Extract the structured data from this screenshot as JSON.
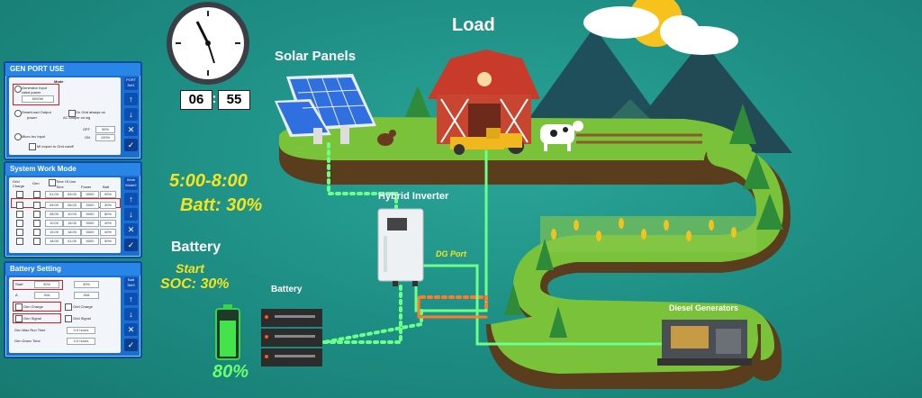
{
  "clock": {
    "hour": "06",
    "minute": "55",
    "separator": ":"
  },
  "labels": {
    "load": "Load",
    "solar_panels": "Solar Panels",
    "hybrid_inverter": "Hybrid Inverter",
    "dg_port": "DG Port",
    "battery": "Battery",
    "diesel_generators": "Diesel Generators"
  },
  "schedule": {
    "time_range": "5:00-8:00",
    "batt": "Batt: 30%"
  },
  "battery_start": {
    "title": "Battery",
    "line1": "Start",
    "line2": "SOC: 30%"
  },
  "battery_level": {
    "text": "80%",
    "fraction": 0.8
  },
  "panels": {
    "gen_port": {
      "title": "GEN PORT USE",
      "mode_label": "Mode",
      "opt_generator": "Generator Input",
      "opt_generator_sub": "rated power",
      "opt_generator_value": "8000W",
      "opt_smartload": "SmartLoad Output",
      "opt_smartload_sub": "power",
      "opt_ongrid": "On Grid always on",
      "opt_ac_couple": "AC couple on sig",
      "opt_micro": "Micro Inv Input",
      "off_label": "OFF",
      "off_value": "95%",
      "on_label": "ON",
      "on_value": "100%",
      "export_label": "MI export to Grid cutoff",
      "side_buttons": [
        "PORT Set1",
        "↑",
        "↓",
        "✕",
        "✓"
      ]
    },
    "work_mode": {
      "title": "System Work Mode",
      "headers": [
        "Grid Charge",
        "Gen",
        "Time Of Use",
        "Time",
        "Power",
        "Batt"
      ],
      "rows": [
        [
          "01:00",
          "05:00",
          "5000",
          "90%"
        ],
        [
          "05:00",
          "08:00",
          "5000",
          "30%"
        ],
        [
          "08:00",
          "10:00",
          "5000",
          "80%"
        ],
        [
          "10:00",
          "15:00",
          "5000",
          "40%"
        ],
        [
          "15:00",
          "18:00",
          "5000",
          "40%"
        ],
        [
          "18:00",
          "01:00",
          "5000",
          "50%"
        ]
      ],
      "side_buttons": [
        "Work Mode2",
        "↑",
        "↓",
        "✕",
        "✓"
      ]
    },
    "battery_setting": {
      "title": "Battery Setting",
      "start_label": "Start",
      "start_value": "30%",
      "start_value2": "30%",
      "a_label": "A",
      "a_value": "40A",
      "a_value2": "40A",
      "gen_charge": "Gen Charge",
      "grid_charge": "Grid Charge",
      "gen_signal": "Gen Signal",
      "grid_signal": "Grid Signal",
      "max_run_label": "Gen Max Run Time",
      "max_run_value": "0.0 hours",
      "down_time_label": "Gen Down Time",
      "down_time_value": "0.0 hours",
      "side_buttons": [
        "Batt Set3",
        "↑",
        "↓",
        "✕",
        "✓"
      ]
    }
  },
  "colors": {
    "background": "#1d8c82",
    "accent_yellow": "#f4e51c",
    "panel_blue": "#1b6fd0",
    "flow_green": "#6cff8a",
    "flow_orange": "#ff7a2a"
  }
}
